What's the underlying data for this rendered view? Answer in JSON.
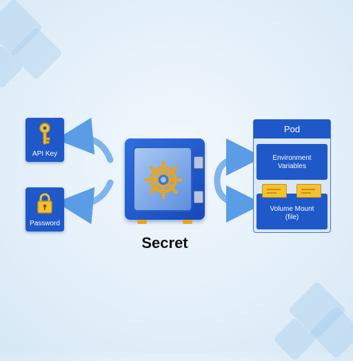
{
  "diagram": {
    "sources": [
      {
        "label": "API Key",
        "icon": "key-icon"
      },
      {
        "label": "Password",
        "icon": "padlock-icon"
      }
    ],
    "center": {
      "label": "Secret",
      "icon": "safe-icon"
    },
    "pod": {
      "title": "Pod",
      "env_line1": "Environment",
      "env_line2": "Variables",
      "vol_line1": "Volume Mount",
      "vol_line2": "(file)"
    }
  },
  "colors": {
    "tile_blue": "#1f58c8",
    "accent_gold": "#f2c230",
    "arrow_blue": "#5a9de6"
  }
}
